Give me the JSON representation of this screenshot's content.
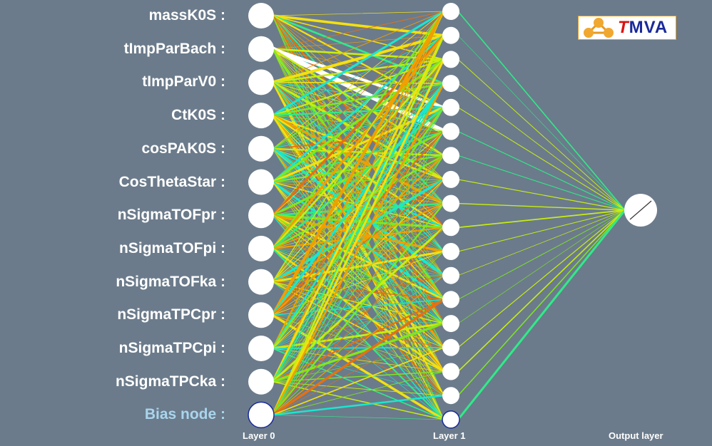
{
  "network": {
    "input_layer": {
      "name": "Layer 0",
      "nodes": [
        "massK0S :",
        "tImpParBach :",
        "tImpParV0 :",
        "CtK0S :",
        "cosPAK0S :",
        "CosThetaStar :",
        "nSigmaTOFpr :",
        "nSigmaTOFpi :",
        "nSigmaTOFka :",
        "nSigmaTPCpr :",
        "nSigmaTPCpi :",
        "nSigmaTPCka :",
        "Bias node :"
      ]
    },
    "hidden_layer": {
      "name": "Layer 1",
      "node_count": 18
    },
    "output_layer": {
      "name": "Output layer",
      "node_count": 1
    }
  },
  "logo": {
    "t": "T",
    "rest": "MVA"
  },
  "colors": {
    "background": "#6b7b8b",
    "node_fill": "#ffffff",
    "bias_label": "#a9d5ec",
    "weight_palette": [
      "#ffffff",
      "#18e8d0",
      "#30ea88",
      "#7ee820",
      "#c8ee10",
      "#f4e010",
      "#f0a000",
      "#e87010"
    ]
  }
}
